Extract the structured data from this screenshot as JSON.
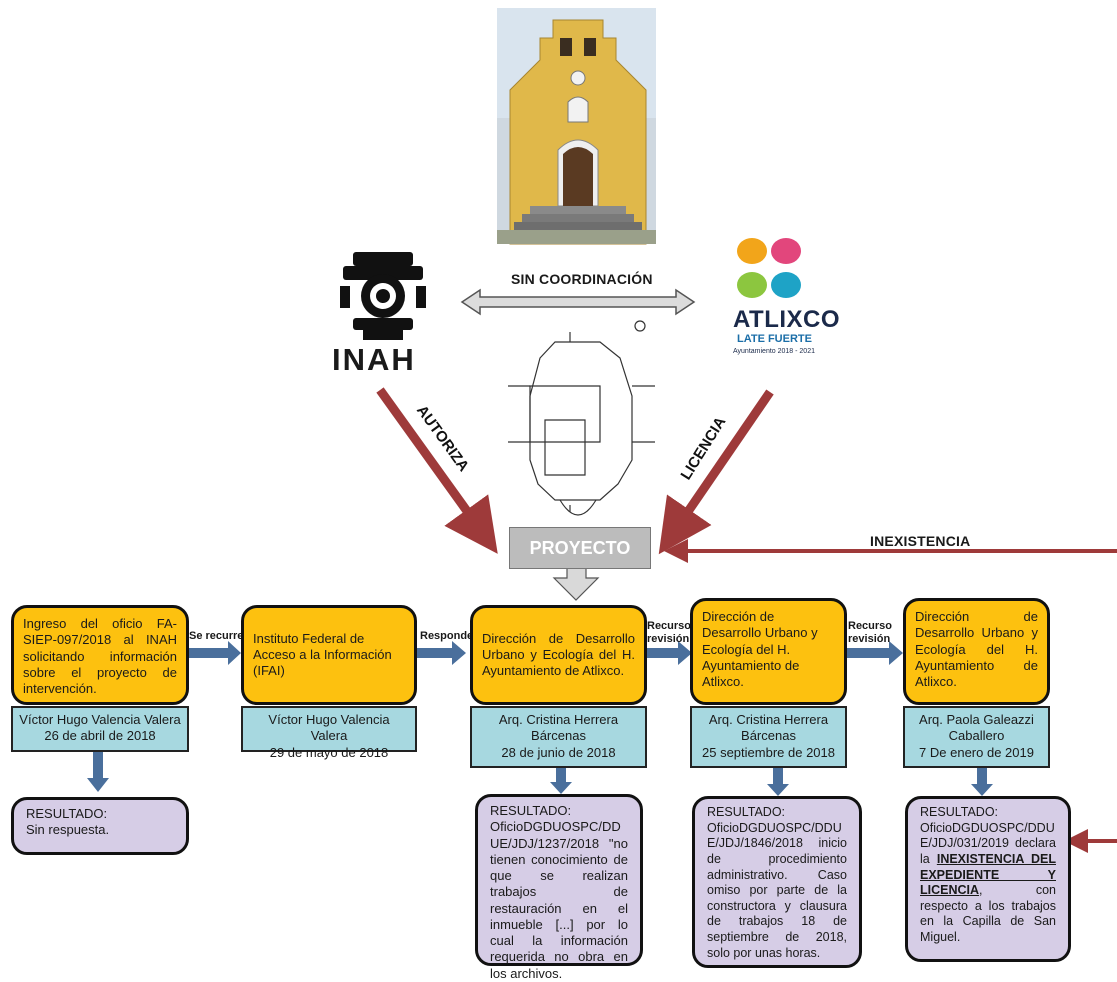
{
  "header": {
    "sin_coordinacion": "SIN COORDINACIÓN",
    "inah_label": "INAH",
    "atlixco_name": "ATLIXCO",
    "atlixco_tagline": "LATE FUERTE",
    "atlixco_period": "Ayuntamiento 2018 - 2021",
    "autoriza": "AUTORIZA",
    "licencia": "LICENCIA",
    "proyecto": "PROYECTO",
    "inexistencia": "INEXISTENCIA"
  },
  "connectors": {
    "se_recurre": "Se recurre",
    "responde": "Responde",
    "recurso_1": "Recurso revisión",
    "recurso_2": "Recurso revisión"
  },
  "steps": [
    {
      "org": "Ingreso del oficio FA-SIEP-097/2018 al INAH solicitando información sobre el proyecto de intervención.",
      "person": "Víctor Hugo Valencia Valera",
      "date": "26 de abril de 2018",
      "result_title": "RESULTADO:",
      "result_text": "Sin respuesta."
    },
    {
      "org": "Instituto Federal de Acceso a la Información (IFAI)",
      "person": "Víctor Hugo Valencia Valera",
      "date": "29 de mayo de 2018"
    },
    {
      "org": "Dirección de Desarrollo Urbano y Ecología del H. Ayuntamiento de Atlixco.",
      "person": "Arq. Cristina Herrera Bárcenas",
      "date": "28 de junio de 2018",
      "result_title": "RESULTADO:",
      "result_text": "OficioDGDUOSPC/DDUE/JDJ/1237/2018 \"no tienen conocimiento de que se realizan trabajos de restauración en el inmueble [...] por lo cual la información requerida no obra en los archivos."
    },
    {
      "org": "Dirección de Desarrollo Urbano y Ecología del H. Ayuntamiento de Atlixco.",
      "person": "Arq. Cristina Herrera Bárcenas",
      "date": "25 septiembre de 2018",
      "result_title": "RESULTADO:",
      "result_text": "OficioDGDUOSPC/DDUE/JDJ/1846/2018 inicio de procedimiento administrativo. Caso omiso por parte de la constructora y clausura de trabajos 18 de septiembre de 2018, solo por unas horas."
    },
    {
      "org": "Dirección de Desarrollo Urbano y Ecología del H. Ayuntamiento de Atlixco.",
      "person": "Arq. Paola Galeazzi Caballero",
      "date": "7 De enero de 2019",
      "result_title": "RESULTADO:",
      "result_pre": "OficioDGDUOSPC/DDUE/JDJ/031/2019 declara la",
      "result_bold": "INEXISTENCIA DEL EXPEDIENTE Y LICENCIA",
      "result_post": ", con respecto a los trabajos en la Capilla de San Miguel."
    }
  ],
  "colors": {
    "orange": "#fdc10f",
    "blue": "#a7d8e0",
    "purple": "#d6cde6",
    "red_arrow": "#9e3a3a",
    "blue_arrow": "#4a6f9c",
    "proyecto_gray": "#bcbcbc"
  }
}
